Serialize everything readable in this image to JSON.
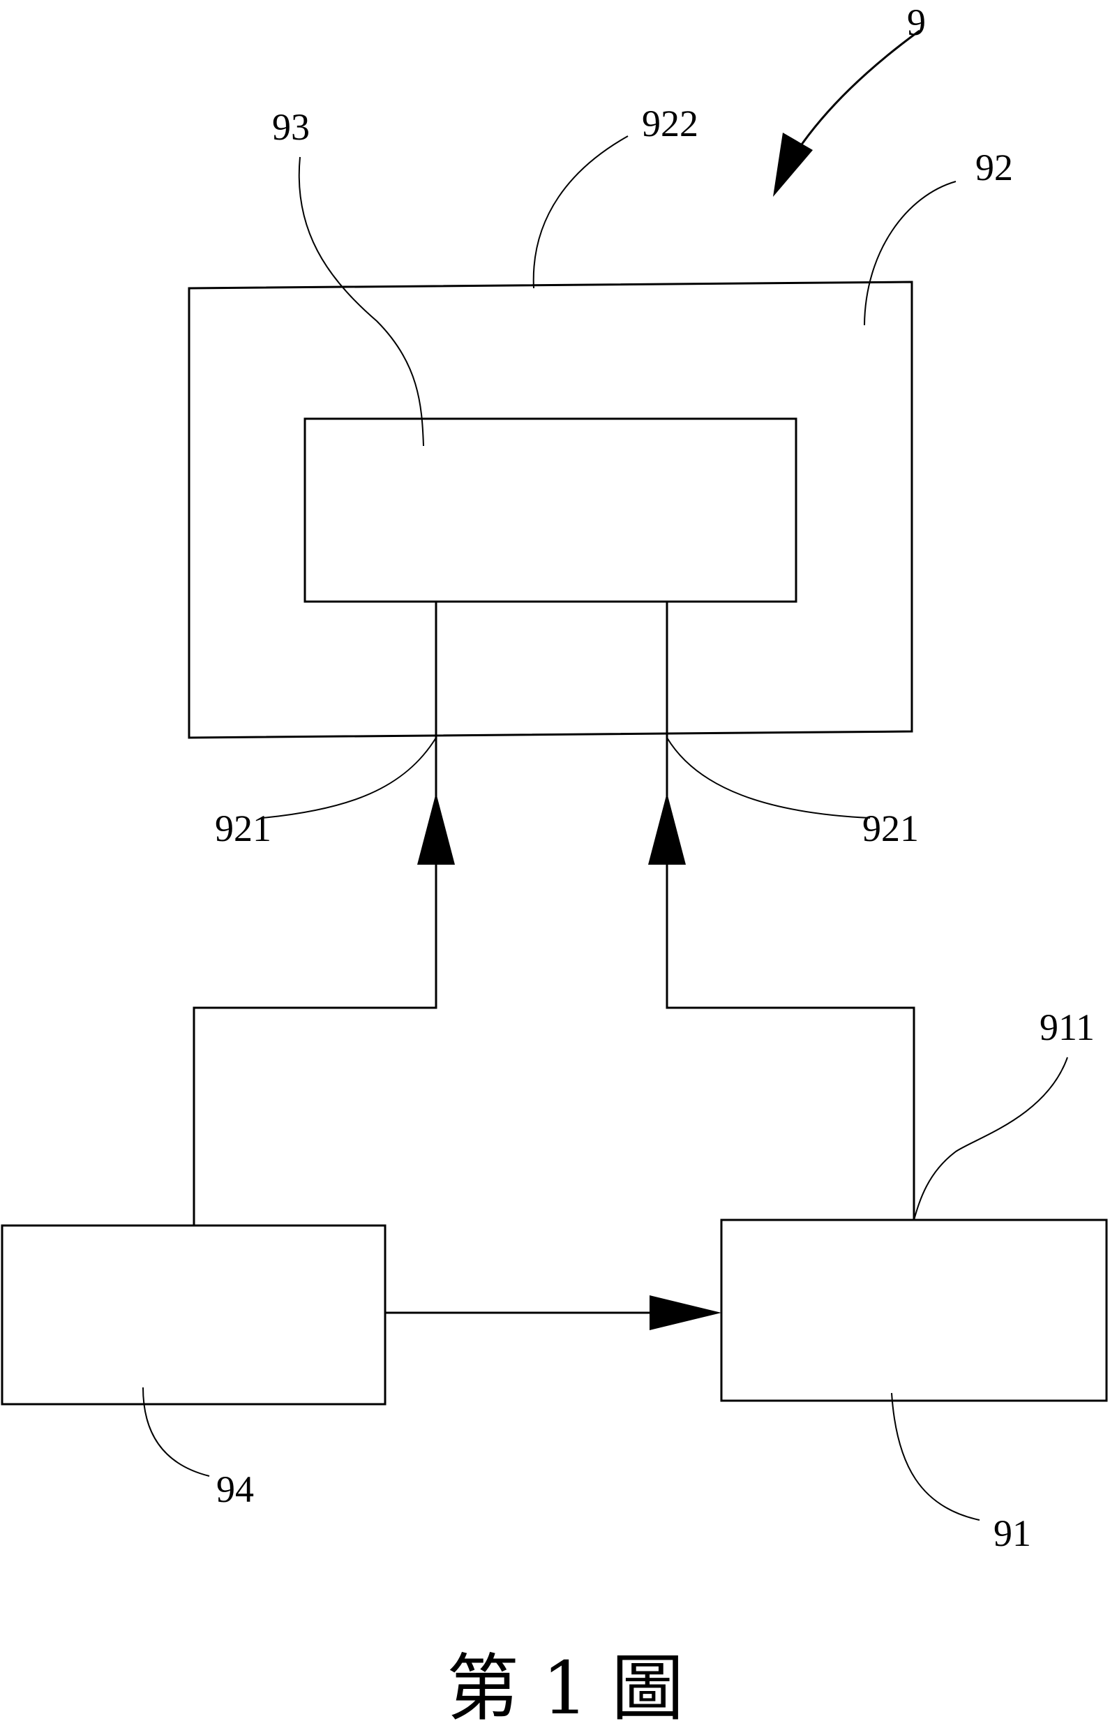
{
  "labels": {
    "device": "9",
    "inner_unit": "93",
    "housing_top": "922",
    "housing": "92",
    "port_left": "921",
    "port_right": "921",
    "unit_91_port": "911",
    "unit_94": "94",
    "unit_91": "91"
  },
  "caption": "第 1 圖",
  "colors": {
    "line": "#000000",
    "background": "#ffffff"
  }
}
